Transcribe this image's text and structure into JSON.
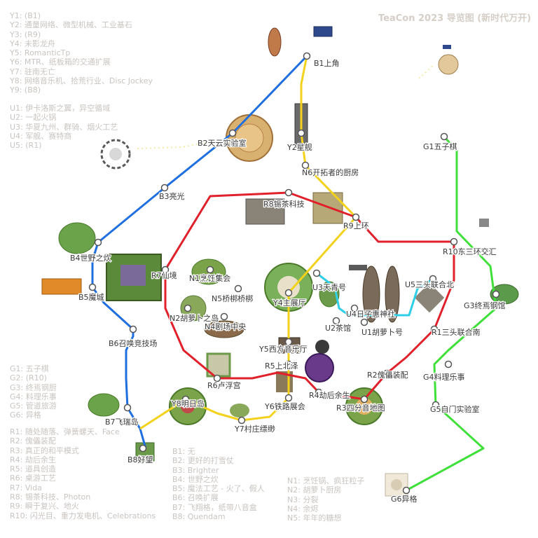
{
  "title": "TeaCon 2023 导览图 (新时代万开)",
  "legend_y": [
    {
      "id": "Y1",
      "text": "(B1)"
    },
    {
      "id": "Y2",
      "text": "通量网络、微型机械、工业基石"
    },
    {
      "id": "Y3",
      "text": "(R9)"
    },
    {
      "id": "Y4",
      "text": "未影龙舟"
    },
    {
      "id": "Y5",
      "text": "RomanticTp"
    },
    {
      "id": "Y6",
      "text": "MTR、纸板箱的交通扩展"
    },
    {
      "id": "Y7",
      "text": "驻南无亡"
    },
    {
      "id": "Y8",
      "text": "网络音乐机、拾荒行业、Disc Jockey"
    },
    {
      "id": "Y9",
      "text": "(B8)"
    }
  ],
  "legend_u": [
    {
      "id": "U1",
      "text": "伊卡洛斯之翼，异空循域"
    },
    {
      "id": "U2",
      "text": "一起火锅"
    },
    {
      "id": "U3",
      "text": "华夏九州、群骑、烟火工艺"
    },
    {
      "id": "U4",
      "text": "军舰、赛特商"
    },
    {
      "id": "U5",
      "text": "(R1)"
    }
  ],
  "legend_g": [
    {
      "id": "G1",
      "text": "五子棋"
    },
    {
      "id": "G2",
      "text": "(R10)"
    },
    {
      "id": "G3",
      "text": "终焉钢厨"
    },
    {
      "id": "G4",
      "text": "料理乐事"
    },
    {
      "id": "G5",
      "text": "管道旅游"
    },
    {
      "id": "G6",
      "text": "异格"
    }
  ],
  "legend_r": [
    {
      "id": "R1",
      "text": "随处随落、弹簧螺天、Face"
    },
    {
      "id": "R2",
      "text": "傀儡装配"
    },
    {
      "id": "R3",
      "text": "真正的和平模式"
    },
    {
      "id": "R4",
      "text": "劫后余生"
    },
    {
      "id": "R5",
      "text": "道具创造"
    },
    {
      "id": "R6",
      "text": "桌游工艺"
    },
    {
      "id": "R7",
      "text": "Vida"
    },
    {
      "id": "R8",
      "text": "锡茶科技、Photon"
    },
    {
      "id": "R9",
      "text": "瞬于复兴、地火"
    },
    {
      "id": "R10",
      "text": "闪光目、重力发电机、Celebrations"
    }
  ],
  "legend_b": [
    {
      "id": "B1",
      "text": "无"
    },
    {
      "id": "B2",
      "text": "更好的打雪仗"
    },
    {
      "id": "B3",
      "text": "Brighter"
    },
    {
      "id": "B4",
      "text": "世野之炊"
    },
    {
      "id": "B5",
      "text": "魔法工艺 - 火了、假人"
    },
    {
      "id": "B6",
      "text": "召唤扩展"
    },
    {
      "id": "B7",
      "text": "飞翔格，纸带八音盒"
    },
    {
      "id": "B8",
      "text": "Quendam"
    }
  ],
  "legend_n": [
    {
      "id": "N1",
      "text": "烹饪锅、疯狂粒子"
    },
    {
      "id": "N2",
      "text": "胡萝卜厨房"
    },
    {
      "id": "N3",
      "text": "分裂"
    },
    {
      "id": "N4",
      "text": "余烬"
    },
    {
      "id": "N5",
      "text": "年年的糖想"
    }
  ],
  "lines": [
    {
      "name": "blue",
      "color": "#1f6fe0"
    },
    {
      "name": "yellow",
      "color": "#f2d21c"
    },
    {
      "name": "red",
      "color": "#e0202a"
    },
    {
      "name": "green",
      "color": "#3fe03a"
    },
    {
      "name": "cyan",
      "color": "#30cfe8"
    }
  ],
  "stations": [
    {
      "label": "B1上角"
    },
    {
      "label": "B2天云实验室"
    },
    {
      "label": "B3亮光"
    },
    {
      "label": "B4世野之炊"
    },
    {
      "label": "B5魔城"
    },
    {
      "label": "B6召唤竞技场"
    },
    {
      "label": "B7飞瑞岛"
    },
    {
      "label": "B8好望"
    },
    {
      "label": "Y2星舰"
    },
    {
      "label": "N6开拓者的厨房"
    },
    {
      "label": "R8锡茶科技"
    },
    {
      "label": "R9上环"
    },
    {
      "label": "R10东三环交汇"
    },
    {
      "label": "G1五子棋"
    },
    {
      "label": "R7仙境"
    },
    {
      "label": "N1烹饪集会"
    },
    {
      "label": "N5桥梆桥梆"
    },
    {
      "label": "Y4主展厅"
    },
    {
      "label": "N2胡萝卜之岛"
    },
    {
      "label": "N4剧场中央"
    },
    {
      "label": "U3天青号"
    },
    {
      "label": "U5三头联合北"
    },
    {
      "label": "U4日子惠神社"
    },
    {
      "label": "U2茶馆"
    },
    {
      "label": "U1胡萝卜号"
    },
    {
      "label": "R1三头联合南"
    },
    {
      "label": "G3终焉钢馆"
    },
    {
      "label": "Y5西方音乐厅"
    },
    {
      "label": "R5上北泽"
    },
    {
      "label": "R6卢浮宫"
    },
    {
      "label": "R2傀儡装配"
    },
    {
      "label": "G4料理乐事"
    },
    {
      "label": "R4劫后余生"
    },
    {
      "label": "Y8明日岛"
    },
    {
      "label": "Y6铁路展会"
    },
    {
      "label": "R3四分音地图"
    },
    {
      "label": "G5自门实验室"
    },
    {
      "label": "Y7村庄缥缈"
    },
    {
      "label": "G6异格"
    }
  ]
}
